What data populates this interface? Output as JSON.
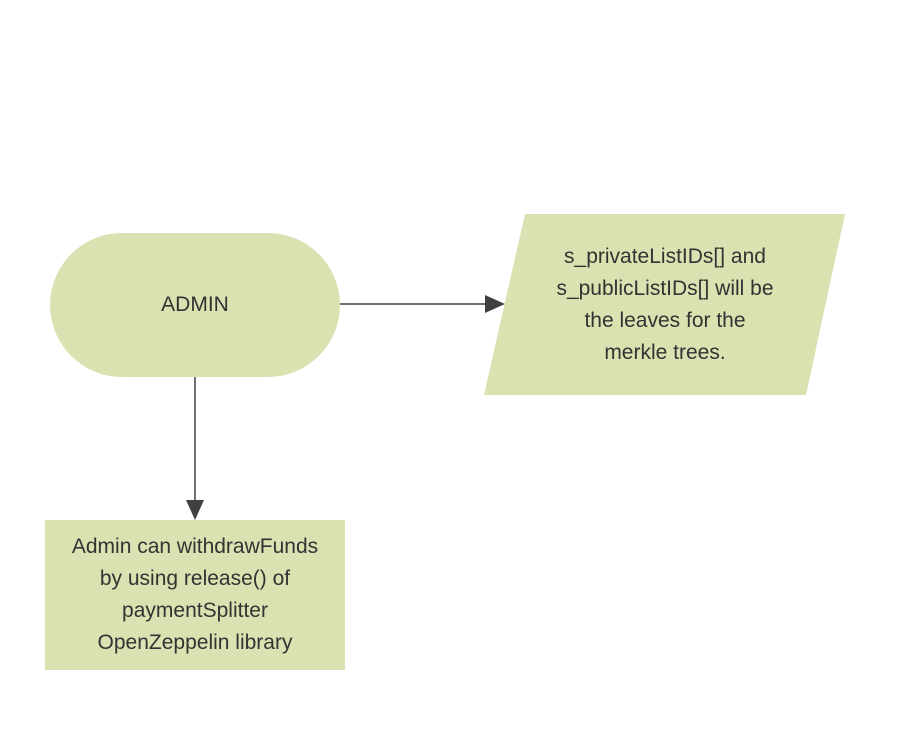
{
  "colors": {
    "node_fill": "#d9e2b1",
    "connector": "#404040",
    "text": "#333333"
  },
  "nodes": {
    "admin": {
      "shape": "terminator",
      "label": "ADMIN"
    },
    "merkle_leaves": {
      "shape": "parallelogram",
      "label": "s_privateListIDs[] and\ns_publicListIDs[] will be\nthe leaves for the\nmerkle trees."
    },
    "withdraw_funds": {
      "shape": "process",
      "label": "Admin can withdrawFunds\nby using release() of\npaymentSplitter\nOpenZeppelin library"
    }
  },
  "edges": [
    {
      "from": "admin",
      "to": "merkle_leaves"
    },
    {
      "from": "admin",
      "to": "withdraw_funds"
    }
  ]
}
